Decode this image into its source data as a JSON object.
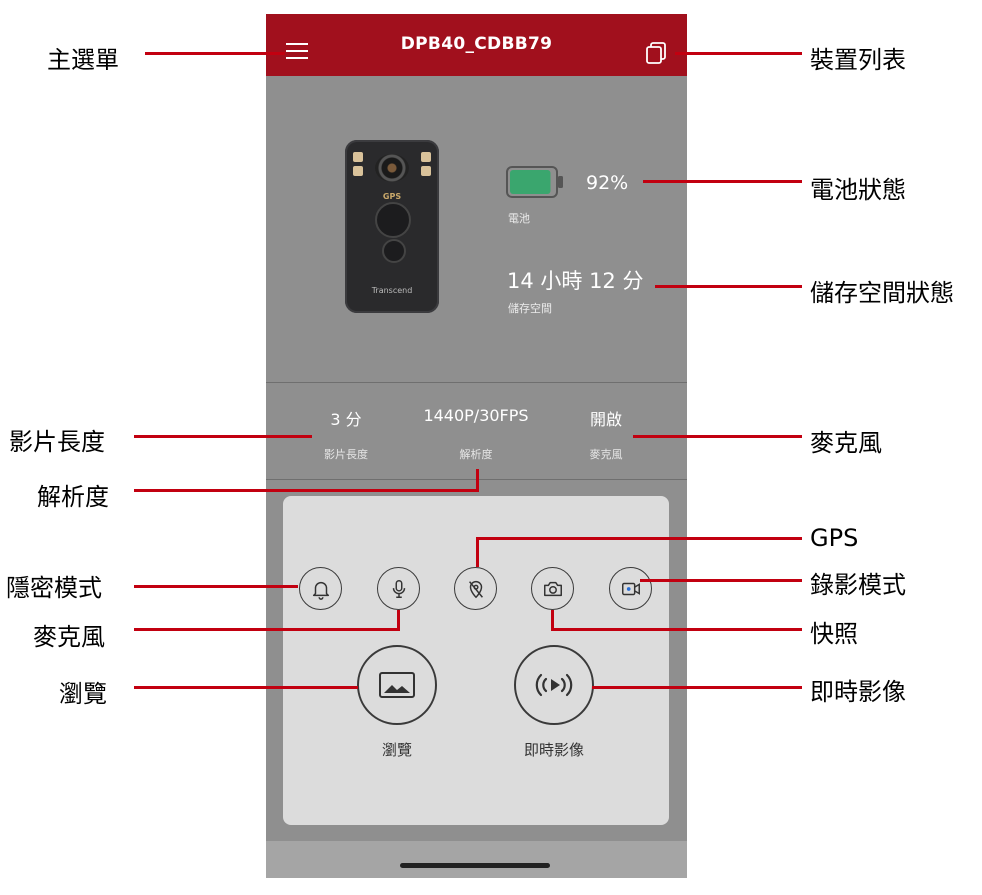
{
  "app": {
    "device_name": "DPB40_CDBB79"
  },
  "camera": {
    "gps_label": "GPS",
    "brand_label": "Transcend"
  },
  "status": {
    "battery_percent": "92%",
    "battery_label": "電池",
    "battery_level": 0.92,
    "storage_value": "14 小時 12 分",
    "storage_label": "儲存空間"
  },
  "settings": [
    {
      "value": "3 分",
      "label": "影片長度"
    },
    {
      "value": "1440P/30FPS",
      "label": "解析度"
    },
    {
      "value": "開啟",
      "label": "麥克風"
    }
  ],
  "controls": {
    "icons": [
      "bell-icon",
      "microphone-icon",
      "gps-off-icon",
      "camera-icon",
      "video-record-icon"
    ],
    "browse_label": "瀏覽",
    "live_label": "即時影像"
  },
  "callouts": {
    "main_menu": "主選單",
    "device_list": "裝置列表",
    "battery_status": "電池狀態",
    "storage_status": "儲存空間狀態",
    "video_length": "影片長度",
    "resolution": "解析度",
    "microphone_right": "麥克風",
    "gps": "GPS",
    "privacy_mode": "隱密模式",
    "record_mode": "錄影模式",
    "microphone_left": "麥克風",
    "snapshot": "快照",
    "browse": "瀏覽",
    "live_view": "即時影像"
  },
  "colors": {
    "accent": "#a1101d",
    "callout_line": "#c20010",
    "battery_fill": "#3aa66e"
  }
}
